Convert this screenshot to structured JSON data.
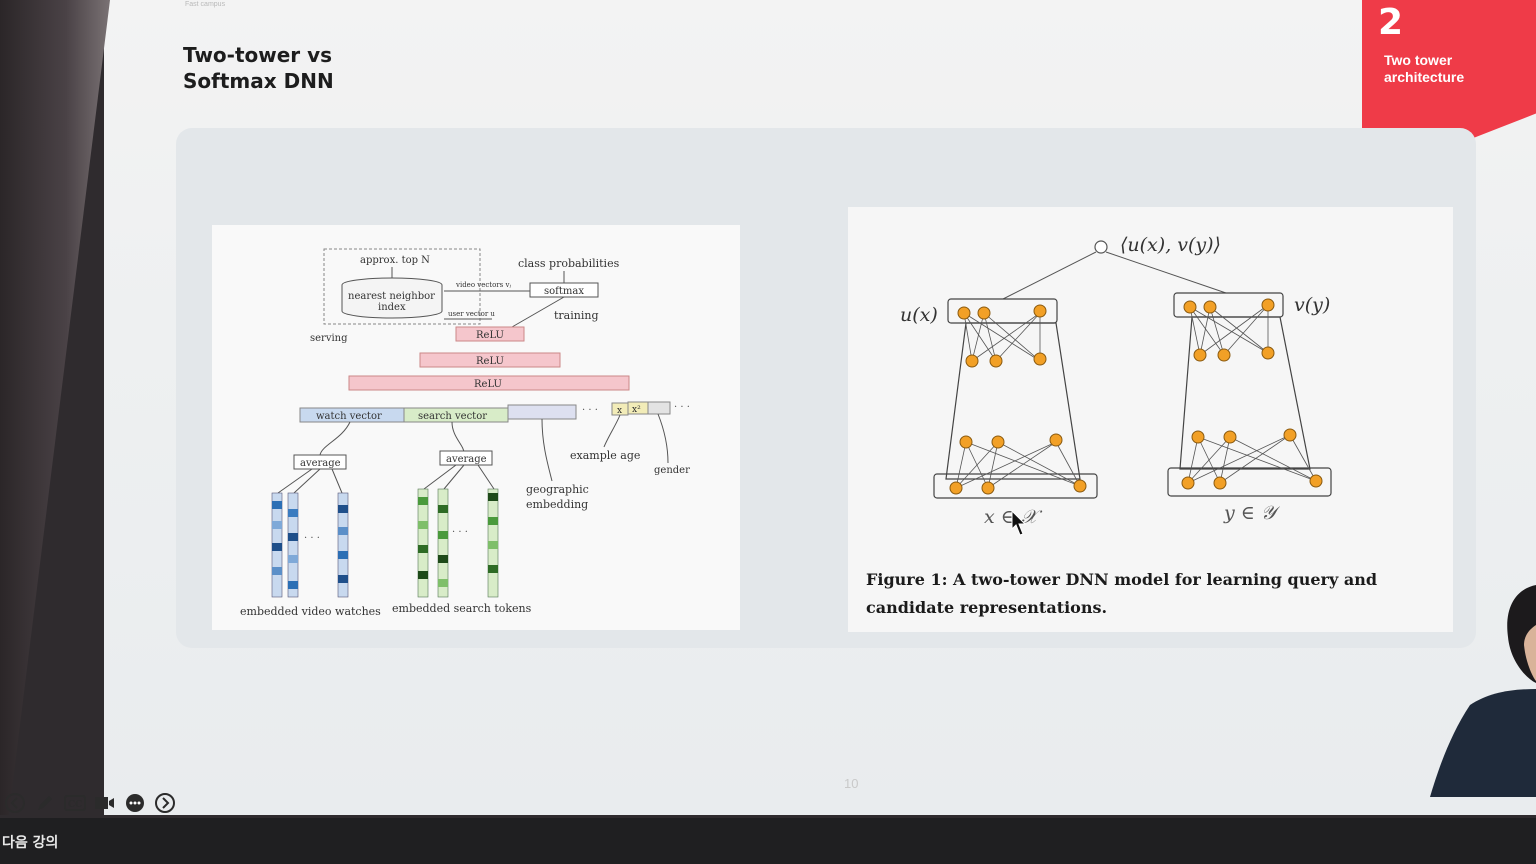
{
  "slide": {
    "title_line1": "Two-tower vs",
    "title_line2": "Softmax DNN",
    "header_faint": "Fast campus",
    "section_number": "2",
    "section_label_line1": "Two tower",
    "section_label_line2": "architecture",
    "page_number": "10"
  },
  "left_figure": {
    "approx_top_n": "approx. top N",
    "nearest_neighbor_line1": "nearest neighbor",
    "nearest_neighbor_line2": "index",
    "video_vectors": "video vectors vⱼ",
    "user_vector": "user vector u",
    "class_probabilities": "class probabilities",
    "softmax": "softmax",
    "training": "training",
    "serving": "serving",
    "relu": "ReLU",
    "watch_vector": "watch vector",
    "search_vector": "search vector",
    "average": "average",
    "example_age": "example age",
    "gender": "gender",
    "geographic_line1": "geographic",
    "geographic_line2": "embedding",
    "embedded_video_watches": "embedded video watches",
    "embedded_search_tokens": "embedded search tokens",
    "ellipsis": "· · ·",
    "x_label": "x",
    "x2_label": "x²"
  },
  "right_figure": {
    "inner_product": "⟨u(x), v(y)⟩",
    "u_label": "u(x)",
    "v_label": "v(y)",
    "x_in_X": "x ∈ 𝒳",
    "y_in_Y": "y ∈ 𝒴",
    "caption": "Figure 1: A two-tower DNN model for learning query and candidate representations."
  },
  "toolbar": {
    "back_icon": "arrow-left-circle-icon",
    "pen_icon": "pen-icon",
    "cc_icon": "closed-caption-icon",
    "video_icon": "video-camera-icon",
    "more_icon": "more-circle-icon",
    "forward_icon": "arrow-right-circle-icon",
    "cc_text": "CC"
  },
  "bottom_bar": {
    "next_lecture": "다음 강의"
  },
  "colors": {
    "accent_red": "#ef3b48",
    "relu_pink": "#f5c6cc",
    "watch_blue": "#c8d9ef",
    "search_green": "#d8ecc8",
    "node_orange": "#f2a026"
  }
}
